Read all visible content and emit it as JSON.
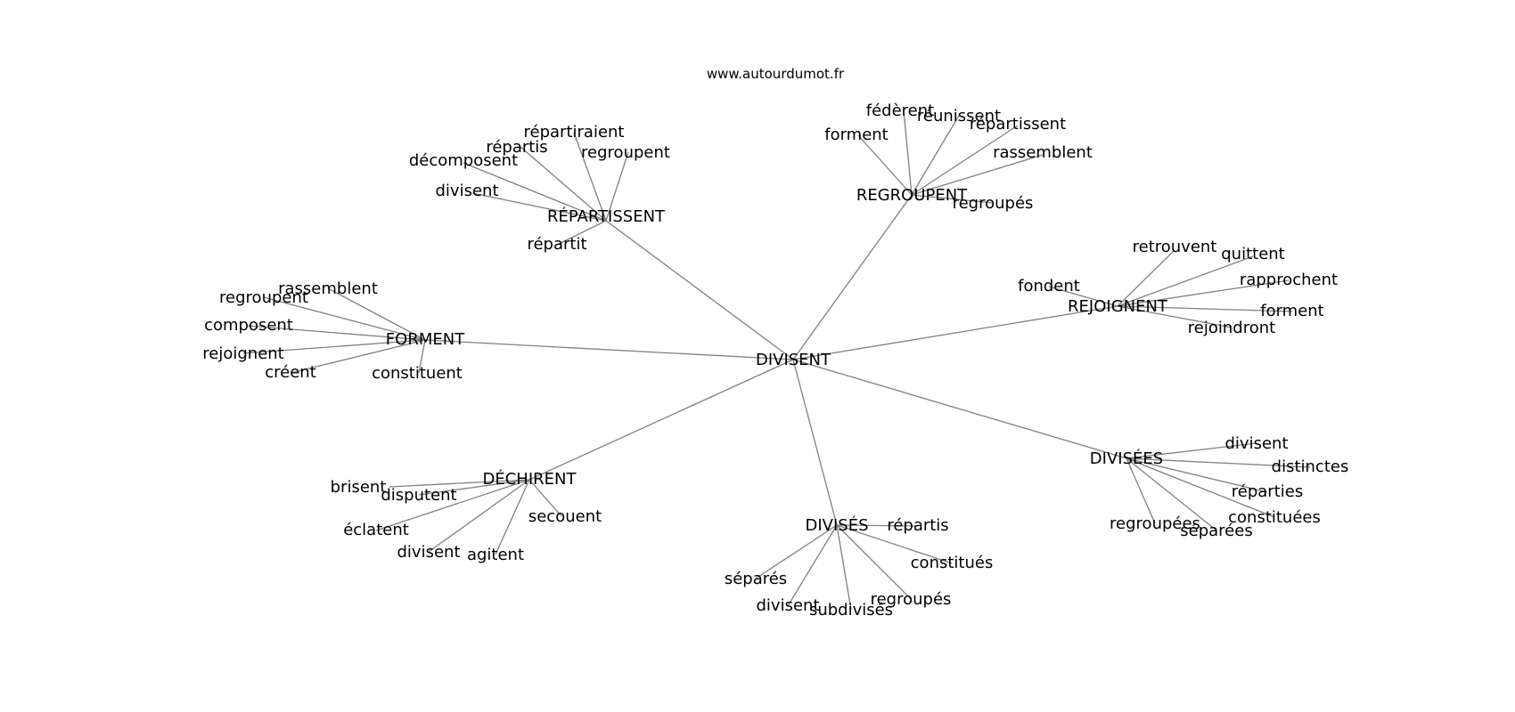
{
  "source": "www.autourdumot.fr",
  "center": "DIVISENT",
  "edge_color": "#808080",
  "clusters": [
    {
      "id": "repartissent",
      "label": "RÉPARTISSENT",
      "leaves": [
        "répartiraient",
        "répartis",
        "regroupent",
        "décomposent",
        "divisent",
        "répartit"
      ]
    },
    {
      "id": "regroupent",
      "label": "REGROUPENT",
      "leaves": [
        "fédèrent",
        "réunissent",
        "forment",
        "répartissent",
        "rassemblent",
        "regroupés"
      ]
    },
    {
      "id": "rejoignent",
      "label": "REJOIGNENT",
      "leaves": [
        "retrouvent",
        "quittent",
        "fondent",
        "rapprochent",
        "forment",
        "rejoindront"
      ]
    },
    {
      "id": "forment",
      "label": "FORMENT",
      "leaves": [
        "rassemblent",
        "regroupent",
        "composent",
        "rejoignent",
        "créent",
        "constituent"
      ]
    },
    {
      "id": "dechirent",
      "label": "DÉCHIRENT",
      "leaves": [
        "brisent",
        "disputent",
        "secouent",
        "éclatent",
        "divisent",
        "agitent"
      ]
    },
    {
      "id": "divises",
      "label": "DIVISÉS",
      "leaves": [
        "répartis",
        "constitués",
        "séparés",
        "regroupés",
        "divisent",
        "subdivisés"
      ]
    },
    {
      "id": "divisees",
      "label": "DIVISÉES",
      "leaves": [
        "divisent",
        "distinctes",
        "réparties",
        "constituées",
        "regroupées",
        "séparées"
      ]
    }
  ]
}
